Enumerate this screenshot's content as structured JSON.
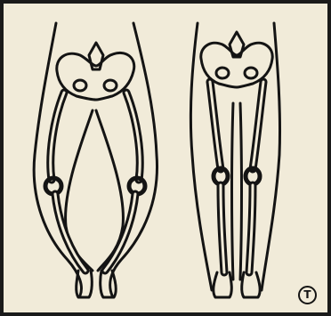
{
  "figure": {
    "left_panel": "bowed-legs-skeleton",
    "right_panel": "straight-legs-skeleton",
    "ink_color": "#141414",
    "paper_color": "#f1ebd9"
  },
  "seal": {
    "text": "T"
  }
}
